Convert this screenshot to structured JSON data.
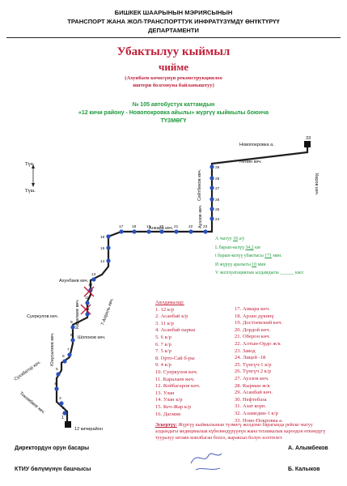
{
  "header": {
    "line1": "БИШКЕК ШААРЫНЫН  МЭРИЯСЫНЫН",
    "line2": "ТРАНСПОРТ ЖАНА ЖОЛ-ТРАНСПОРТТУК ИНФРАТҮЗҮМДҮ ӨНҮКТҮРҮҮ",
    "line3": "ДЕПАРТАМЕНТИ"
  },
  "title": {
    "line1": "Убактылуу кыймыл",
    "line2": "чийме",
    "sub1": "(Ахунбаев көчөсүнүн реконструкциялоо",
    "sub2": "иштери болгонуна байланыштуу)"
  },
  "route": {
    "line1": "№ 105  автобустук каттамдын",
    "line2": "«12 кичи району - Новопокровка айылы» жүргүү кыймылы боюнча",
    "line3": "ТҮЗМӨГҮ"
  },
  "compass": {
    "north": "Түн.",
    "south": "Түш."
  },
  "map_labels": {
    "novopokrovka": "Новопокровка а.",
    "lenin": "Ленин көч.",
    "kirov": "Киров көч.",
    "seitbekov": "Сейтбеков көч.",
    "auezov": "Ауэзов көч.",
    "ankara": "Анкара көч.",
    "akhunbaev": "Ахунбаев көч.",
    "karalaev": "Каралаев көч.",
    "aprel": "7-Апрель көч.",
    "suerkulov": "Суеркулов көч.",
    "yunusaliev": "Юнусалиев көч.",
    "shopokov": "Шопоков көч.",
    "sukhbator": "Сухэбатор көч.",
    "tokombaev": "Токомбаев көч.",
    "start": "12 кичирайон",
    "end_num": "33",
    "start_num": "1"
  },
  "stop_numbers": [
    "2",
    "3",
    "4",
    "5",
    "6",
    "7",
    "8",
    "9",
    "10",
    "11",
    "12",
    "13",
    "14",
    "15",
    "16",
    "17",
    "18",
    "19",
    "20",
    "21",
    "22",
    "23",
    "24",
    "25",
    "26",
    "27",
    "28",
    "29",
    "30",
    "31",
    "32"
  ],
  "info": {
    "len_label": "А чыгуу",
    "len_value": "18",
    "len_unit": "а/у",
    "l_label": "L барып-келүү",
    "l_value": "34,2",
    "l_unit": "км",
    "t_label": "t барып-келүү убактысы",
    "t_value": "171",
    "t_unit": "мин.",
    "i_label": "И жүрүү аралыгы",
    "i_value": "10",
    "i_unit": "мин",
    "v_label": "V эксплуатациялык ылдамдыгы",
    "v_value": "",
    "v_unit": "км/с"
  },
  "legend": {
    "heading": "Аялдамалар:",
    "col1": [
      "1. 12 к/р",
      "2. Асанбай к/р",
      "3. 11 к/р",
      "4. Асанбай паркы",
      "5. 6 к/р",
      "6. 7 к/р",
      "7. 5 к/р",
      "8. Орто-Сай б-ры",
      "9. 4 к/р",
      "10. Суеркулов көч.",
      "11. Каралаев көч.",
      "12. Койбагаров көч.",
      "13. Улан",
      "14. Улан к/р",
      "15. Кеч-Жар к/р",
      "16. Дасмия"
    ],
    "col2": [
      "17. Анкара көч.",
      "18. Арзан дүкөнү",
      "19. Достоевский көч.",
      "20. Дордой көч.",
      "21. Оберон көч.",
      "22. Алтын-Ордо ж/к",
      "23. Завод",
      "24. Лицей -18",
      "25. Түнгүч-1 к/р",
      "26. Түнгүч 2 к/р",
      "27. Ауэзов көч.",
      "28. Кырман ж/к",
      "29. Асанбай көч.",
      "30. Нефтебаза",
      "31. Азат корп.",
      "32. Аламедин-1 к/р",
      "33. Ново-Покровка а."
    ]
  },
  "note": {
    "head": "Эскертүү:",
    "text": "Жүргүү кыймылынын түзмөгү жолдомо барагында рейске чыгуу алдындагы медициналык күбөлөндүрүүнүн жана техникалык кароодон өткөндүгү тууралуу штамп коюлбаган болсо, жараксыз болуп эсептелет."
  },
  "signatures": {
    "left1": "Директордун орун басары",
    "right1": "А. Алымбеков",
    "left2": "КТИУ  бөлүмүнүн башчысы",
    "right2": "Б. Калыков"
  },
  "colors": {
    "route": "#1e1e1e",
    "stop": "#2a52be",
    "red": "#c0203a",
    "green": "#1e9a3c",
    "cross": "#c0203a"
  }
}
